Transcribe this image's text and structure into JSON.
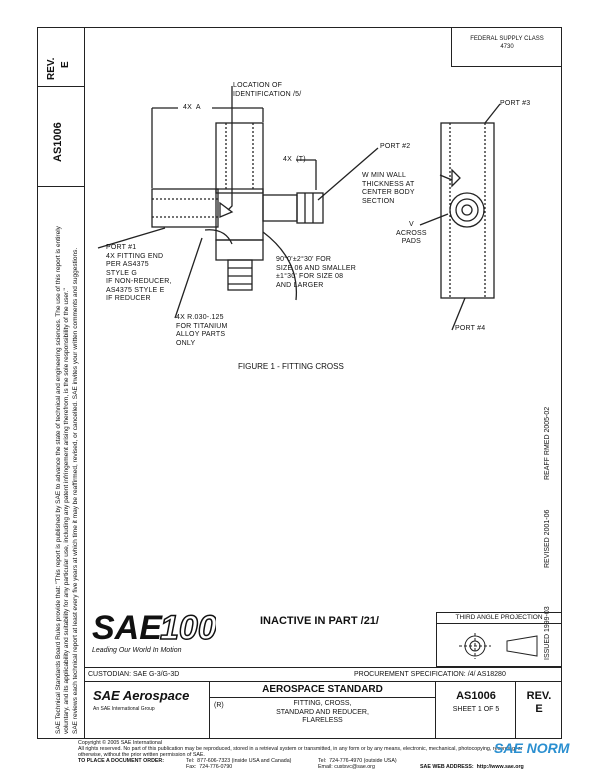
{
  "left_column": {
    "rev_label": "REV.",
    "rev_value": "E",
    "doc_number": "AS1006",
    "side_note_1": "SAE Technical Standards Board Rules provide that: \"This report is published by SAE to advance the state of technical and engineering sciences. The use of this report is entirely",
    "side_note_2": "voluntary, and its applicability and suitability for any particular use, including any patent infringement arising therefrom, is the sole responsibility of the user.\"",
    "side_note_3": "SAE reviews each technical report at least every five years at which time it may be reaffirmed, revised, or cancelled. SAE invites your written comments and suggestions."
  },
  "federal_supply_class": {
    "label": "FEDERAL SUPPLY CLASS",
    "value": "4730"
  },
  "drawing_labels": {
    "location_id": "LOCATION OF\nIDENTIFICATION /5/",
    "four_x_a": "4X  A",
    "port3": "PORT #3",
    "four_x_t": "4X  (T)",
    "port2": "PORT #2",
    "w_min": "W MIN WALL\nTHICKNESS AT\nCENTER BODY\nSECTION",
    "v_across": "V\nACROSS\nPADS",
    "port1": "PORT #1\n4X FITTING END\nPER AS4375\nSTYLE G\nIF NON-REDUCER,\nAS4375 STYLE E\nIF REDUCER",
    "angle_note": "90°0'±2°30' FOR\nSIZE 06 AND SMALLER\n±1°30' FOR SIZE 08\nAND LARGER",
    "radius_note": "4X R.030-.125\nFOR TITANIUM\nALLOY PARTS\nONLY",
    "port4": "PORT #4"
  },
  "figure_caption": "FIGURE 1 - FITTING CROSS",
  "inactive_notice": "INACTIVE IN PART /21/",
  "vertical_history": {
    "reaff": "REAFF RMED 2005-02",
    "revised": "REVISED 2001-06",
    "issued": "ISSUED 1999-03"
  },
  "third_angle": "THIRD ANGLE PROJECTION",
  "sae_logo": {
    "text": "SAE",
    "hundred": "100",
    "tagline": "Leading Our World In Motion"
  },
  "title_block": {
    "custodian": "CUSTODIAN:  SAE G-3/G-3D",
    "procurement": "PROCUREMENT SPECIFICATION: /4/ AS18280",
    "brand": "SAE Aerospace",
    "brand_sub": "An SAE International Group",
    "std_label": "AEROSPACE STANDARD",
    "r_mark": "(R)",
    "title": "FITTING, CROSS,\nSTANDARD AND REDUCER,\nFLARELESS",
    "doc_number": "AS1006",
    "sheet": "SHEET 1 OF 5",
    "rev_label": "REV.",
    "rev_value": "E"
  },
  "footer": {
    "line1": "Copyright © 2005 SAE International",
    "line2": "All rights reserved. No part of this publication may be reproduced, stored in a retrieval system or transmitted, in any form or by any means, electronic, mechanical, photocopying, recording, or",
    "line3": "otherwise, without the prior written permission of SAE.",
    "order": "TO PLACE A DOCUMENT ORDER:",
    "tel1": "Tel:  877-606-7323 (inside USA and Canada)",
    "tel2": "Tel:  724-776-4970 (outside USA)",
    "fax": "Fax:  724-776-0790",
    "email": "Email: custsvc@sae.org",
    "web": "SAE WEB ADDRESS:  http://www.sae.org"
  },
  "watermark": "SAE NORM"
}
